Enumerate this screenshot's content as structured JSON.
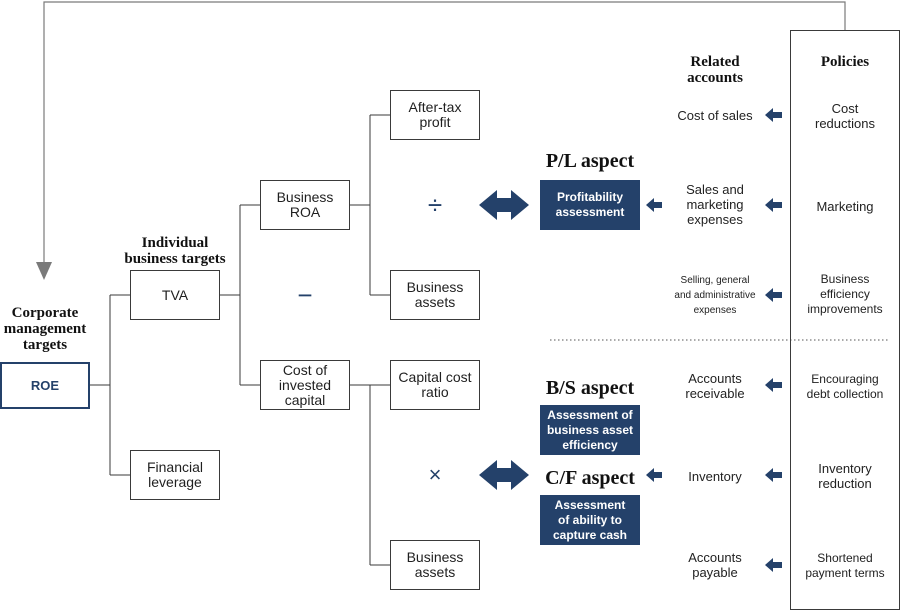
{
  "headings": {
    "corporate": "Corporate\nmanagement\ntargets",
    "individual": "Individual\nbusiness targets",
    "related_accounts": "Related\naccounts",
    "policies": "Policies",
    "pl_aspect": "P/L aspect",
    "bs_aspect": "B/S aspect",
    "cf_aspect": "C/F aspect"
  },
  "nodes": {
    "roe": "ROE",
    "tva": "TVA",
    "financial_leverage": "Financial\nleverage",
    "business_roa": "Business\nROA",
    "cost_invested_capital": "Cost of\ninvested\ncapital",
    "after_tax_profit": "After-tax\nprofit",
    "business_assets_top": "Business\nassets",
    "capital_cost_ratio": "Capital cost\nratio",
    "business_assets_bottom": "Business\nassets"
  },
  "operators": {
    "divide": "÷",
    "minus": "−",
    "times": "×"
  },
  "assessments": {
    "profitability": "Profitability\nassessment",
    "business_asset_efficiency": "Assessment of\nbusiness asset\nefficiency",
    "ability_capture_cash": "Assessment\nof ability to\ncapture cash"
  },
  "accounts": [
    "Cost of sales",
    "Sales and\nmarketing\nexpenses",
    "Selling, general\nand administrative\nexpenses",
    "Accounts\nreceivable",
    "Inventory",
    "Accounts\npayable"
  ],
  "policies": [
    "Cost\nreductions",
    "Marketing",
    "Business\nefficiency\nimprovements",
    "Encouraging\ndebt collection",
    "Inventory\nreduction",
    "Shortened\npayment terms"
  ],
  "colors": {
    "navy": "#24416a",
    "line": "#3a3a3a",
    "feedback_arrow": "#7a7a7a"
  }
}
